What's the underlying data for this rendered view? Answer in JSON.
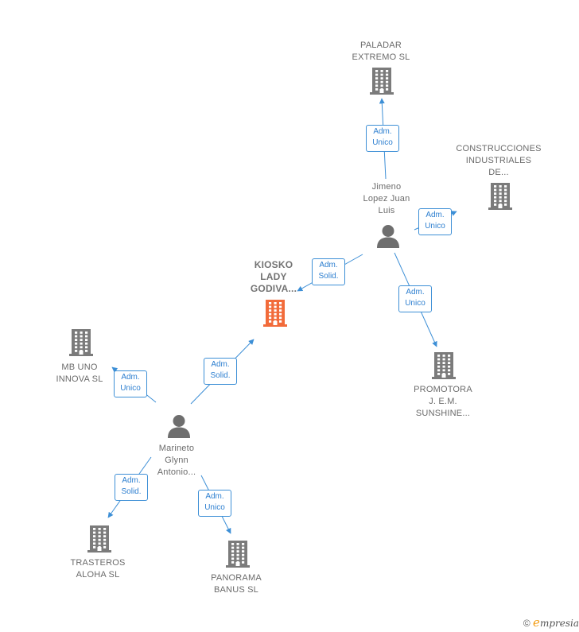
{
  "colors": {
    "edge": "#3d8fd6",
    "company": "#7b7b7b",
    "focus_company": "#f26b3a",
    "person": "#6e6e6e"
  },
  "nodes": [
    {
      "id": "paladar",
      "type": "company",
      "label": "PALADAR\nEXTREMO  SL"
    },
    {
      "id": "construcciones",
      "type": "company",
      "label": "CONSTRUCCIONES\nINDUSTRIALES\nDE..."
    },
    {
      "id": "jimeno",
      "type": "person",
      "label": "Jimeno\nLopez Juan\nLuis"
    },
    {
      "id": "kiosko",
      "type": "company",
      "focus": true,
      "label": "KIOSKO\nLADY\nGODIVA..."
    },
    {
      "id": "mbuno",
      "type": "company",
      "label": "MB UNO\nINNOVA SL"
    },
    {
      "id": "promotora",
      "type": "company",
      "label": "PROMOTORA\nJ. E.M.\nSUNSHINE..."
    },
    {
      "id": "marineto",
      "type": "person",
      "label": "Marineto\nGlynn\nAntonio..."
    },
    {
      "id": "trasteros",
      "type": "company",
      "label": "TRASTEROS\nALOHA  SL"
    },
    {
      "id": "panorama",
      "type": "company",
      "label": "PANORAMA\nBANUS  SL"
    }
  ],
  "edges": [
    {
      "from": "jimeno",
      "to": "paladar",
      "label": "Adm.\nUnico"
    },
    {
      "from": "jimeno",
      "to": "construcciones",
      "label": "Adm.\nUnico"
    },
    {
      "from": "jimeno",
      "to": "kiosko",
      "label": "Adm.\nSolid."
    },
    {
      "from": "jimeno",
      "to": "promotora",
      "label": "Adm.\nUnico"
    },
    {
      "from": "marineto",
      "to": "kiosko",
      "label": "Adm.\nSolid."
    },
    {
      "from": "marineto",
      "to": "mbuno",
      "label": "Adm.\nUnico"
    },
    {
      "from": "marineto",
      "to": "trasteros",
      "label": "Adm.\nSolid."
    },
    {
      "from": "marineto",
      "to": "panorama",
      "label": "Adm.\nUnico"
    }
  ],
  "brand": {
    "copyright": "©",
    "initial": "e",
    "rest": "mpresia"
  }
}
